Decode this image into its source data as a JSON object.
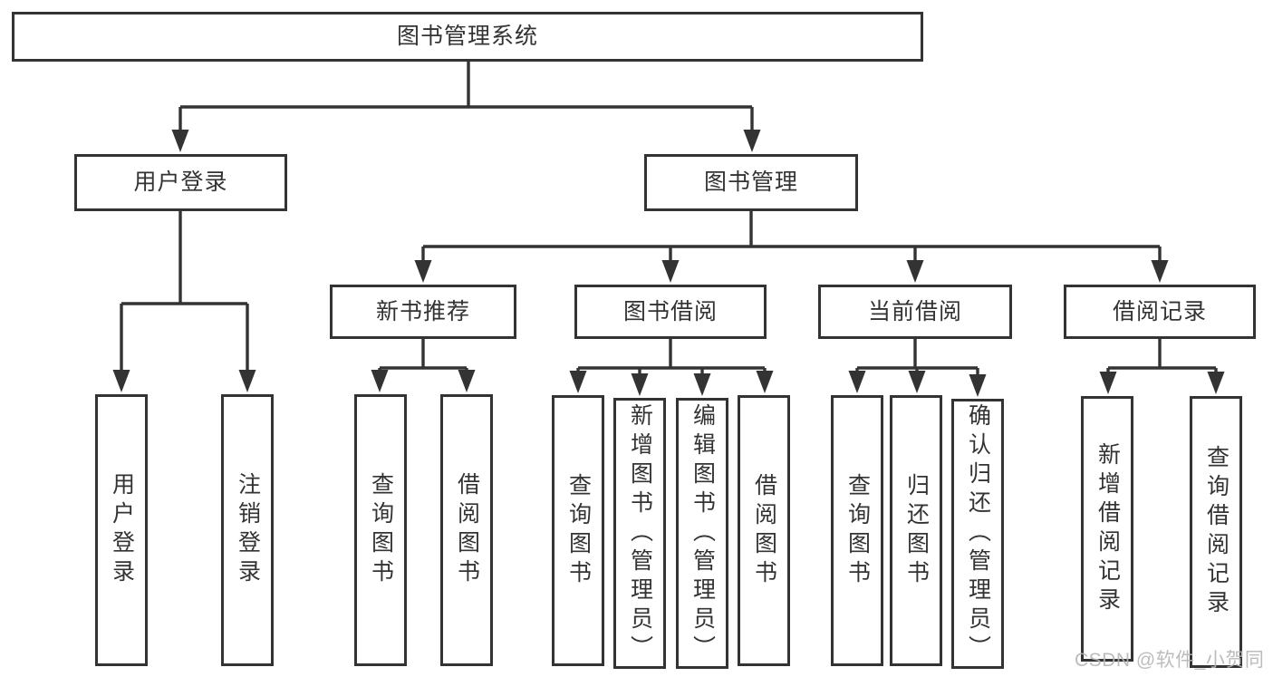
{
  "tree": {
    "label": "图书管理系统",
    "children": [
      {
        "label": "用户登录",
        "children": [
          {
            "label": "用户登录"
          },
          {
            "label": "注销登录"
          }
        ]
      },
      {
        "label": "图书管理",
        "children": [
          {
            "label": "新书推荐",
            "children": [
              {
                "label": "查询图书"
              },
              {
                "label": "借阅图书"
              }
            ]
          },
          {
            "label": "图书借阅",
            "children": [
              {
                "label": "查询图书"
              },
              {
                "label": "新增图书（管理员）"
              },
              {
                "label": "编辑图书（管理员）"
              },
              {
                "label": "借阅图书"
              }
            ]
          },
          {
            "label": "当前借阅",
            "children": [
              {
                "label": "查询图书"
              },
              {
                "label": "归还图书"
              },
              {
                "label": "确认归还（管理员）"
              }
            ]
          },
          {
            "label": "借阅记录",
            "children": [
              {
                "label": "新增借阅记录"
              },
              {
                "label": "查询借阅记录"
              }
            ]
          }
        ]
      }
    ]
  },
  "watermark": {
    "text": "CSDN @软件_小贺同学",
    "color": "#b5b5b5"
  },
  "colors": {
    "line": "#333333",
    "border": "#333333",
    "text": "#333333",
    "background": "#ffffff"
  }
}
